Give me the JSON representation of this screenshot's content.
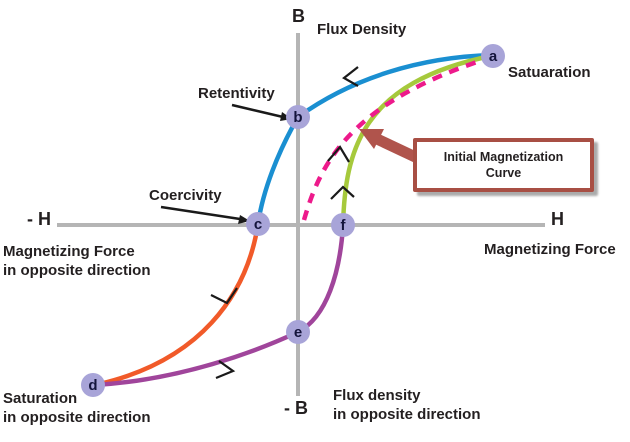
{
  "axes": {
    "b_label": "B",
    "minus_b_label": "- B",
    "h_label": "H",
    "minus_h_label": "- H"
  },
  "labels": {
    "flux_density": "Flux Density",
    "saturation_right": "Satuaration",
    "retentivity": "Retentivity",
    "coercivity": "Coercivity",
    "magnetizing_force_left_line1": "Magnetizing Force",
    "magnetizing_force_left_line2": "in opposite direction",
    "magnetizing_force_right": "Magnetizing Force",
    "saturation_left_line1": "Saturation",
    "saturation_left_line2": "in opposite direction",
    "flux_density_bottom_line1": "Flux density",
    "flux_density_bottom_line2": "in opposite direction"
  },
  "callout": {
    "line1": "Initial Magnetization",
    "line2": "Curve"
  },
  "nodes": {
    "a": "a",
    "b": "b",
    "c": "c",
    "d": "d",
    "e": "e",
    "f": "f"
  },
  "colors": {
    "axis": "#b5b5b5",
    "loop_upper_blue": "#1a8fd1",
    "loop_left_orange": "#f15a29",
    "loop_lower_purple": "#a0459b",
    "loop_right_green": "#a6c93c",
    "initial_curve_magenta": "#ed1a8b",
    "node_fill": "#a8a4d8",
    "callout_border": "#a84f44",
    "callout_arrow": "#b0544c",
    "arrow_black": "#1a1a1a"
  }
}
